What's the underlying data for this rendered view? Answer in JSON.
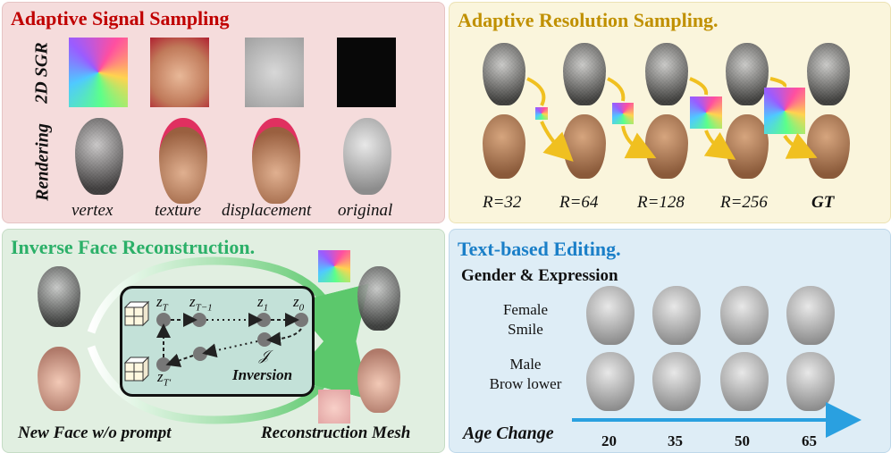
{
  "panel1": {
    "title": "Adaptive Signal Sampling",
    "row_labels": [
      "2D SGR",
      "Rendering"
    ],
    "columns": [
      "vertex",
      "texture",
      "displacement",
      "original"
    ]
  },
  "panel2": {
    "title": "Adaptive Resolution Sampling.",
    "resolutions": [
      "R=32",
      "R=64",
      "R=128",
      "R=256"
    ],
    "gt": "GT"
  },
  "panel3": {
    "title": "Inverse Face Reconstruction.",
    "z_T": "z",
    "z_T_sub": "T",
    "z_T1": "z",
    "z_T1_sub": "T−1",
    "z_1": "z",
    "z_1_sub": "1",
    "z_0": "z",
    "z_0_sub": "0",
    "z_Tp": "z",
    "z_Tp_sub": "T′",
    "j_label": "𝒥",
    "inversion": "Inversion",
    "left_caption": "New Face w/o prompt",
    "right_caption": "Reconstruction Mesh"
  },
  "panel4": {
    "title": "Text-based Editing.",
    "subtitle": "Gender & Expression",
    "row1_line1": "Female",
    "row1_line2": "Smile",
    "row2_line1": "Male",
    "row2_line2": "Brow lower",
    "axis_label": "Age Change",
    "ages": [
      "20",
      "35",
      "50",
      "65"
    ]
  },
  "colors": {
    "panel1_title": "#c00000",
    "panel2_title": "#c09000",
    "panel3_title": "#2bb068",
    "panel4_title": "#1a7fc8",
    "arrow_yellow": "#f0c020",
    "arrow_blue": "#2aa0e0"
  }
}
